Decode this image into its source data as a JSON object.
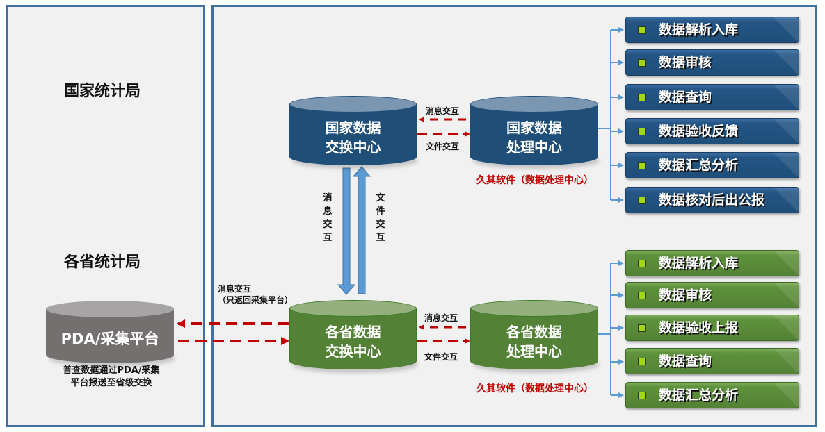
{
  "colors": {
    "panel_border": "#41719c",
    "panel_bg": "#f1f1f1",
    "national_blue": "#1f4e79",
    "province_green": "#538135",
    "pda_gray": "#747070",
    "dashed_arrow_red": "#c00000",
    "connector_blue": "#5b9bd5",
    "bullet_green": "#a2d718"
  },
  "left_panel": {
    "national_label": "国家统计局",
    "provincial_label": "各省统计局",
    "pda": {
      "label": "PDA/采集平台",
      "note": "普查数据通过PDA/采集\n平台报送至省级交换"
    }
  },
  "national": {
    "exchange_center": "国家数据\n交换中心",
    "processing_center": "国家数据\n处理中心",
    "link_message": "消息交互",
    "link_file": "文件交互",
    "vendor_note": "久其软件（数据处理中心）",
    "functions": [
      "数据解析入库",
      "数据审核",
      "数据查询",
      "数据验收反馈",
      "数据汇总分析",
      "数据核对后出公报"
    ]
  },
  "vertical_links": {
    "message": "消息交互",
    "file": "文件交互"
  },
  "provincial": {
    "exchange_center": "各省数据\n交换中心",
    "processing_center": "各省数据\n处理中心",
    "link_message": "消息交互",
    "link_file": "文件交互",
    "vendor_note": "久其软件（数据处理中心）",
    "pda_link_label": "消息交互\n（只返回采集平台）",
    "functions": [
      "数据解析入库",
      "数据审核",
      "数据验收上报",
      "数据查询",
      "数据汇总分析"
    ]
  }
}
